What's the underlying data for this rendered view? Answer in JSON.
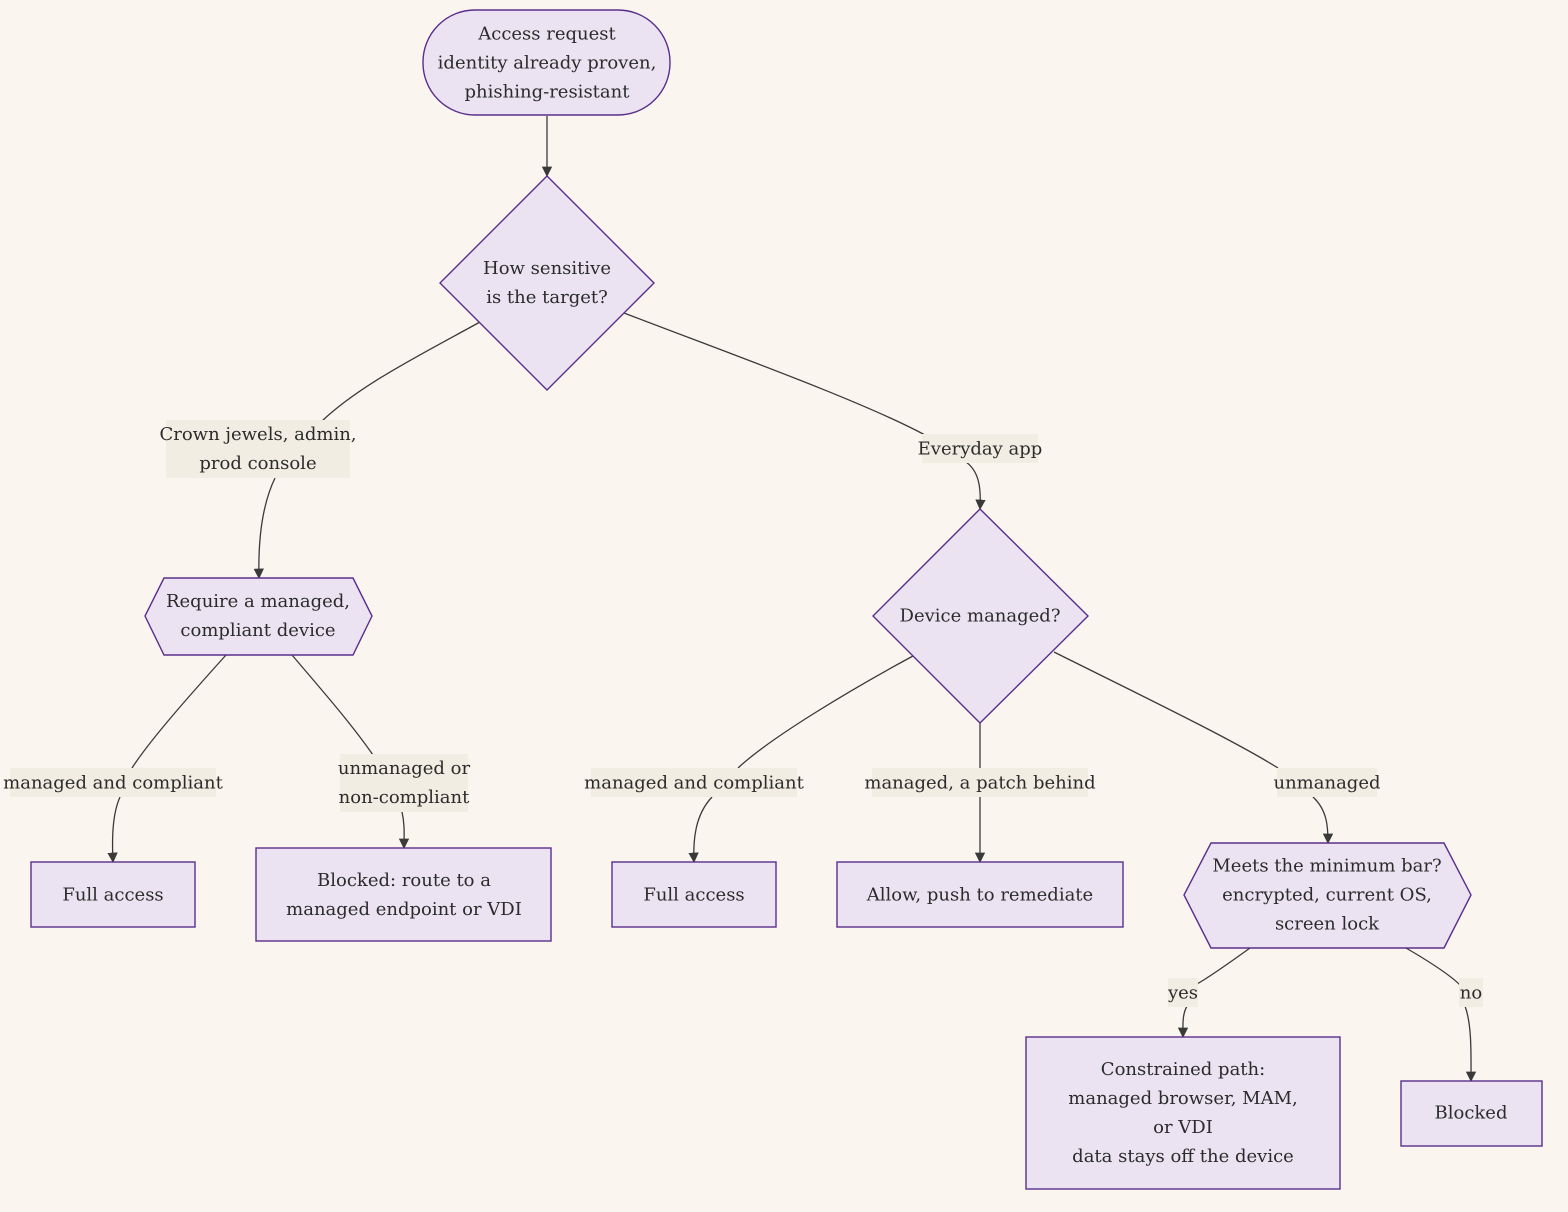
{
  "nodes": {
    "start": [
      "Access request",
      "identity already proven,",
      "phishing-resistant"
    ],
    "sensitivity": [
      "How sensitive",
      "is the target?"
    ],
    "require_managed": [
      "Require a managed,",
      "compliant device"
    ],
    "device_managed": [
      "Device managed?"
    ],
    "full_access_left": [
      "Full access"
    ],
    "blocked_route": [
      "Blocked: route to a",
      "managed endpoint or VDI"
    ],
    "full_access_right": [
      "Full access"
    ],
    "allow_remediate": [
      "Allow, push to remediate"
    ],
    "minimum_bar": [
      "Meets the minimum bar?",
      "encrypted, current OS,",
      "screen lock"
    ],
    "constrained": [
      "Constrained path:",
      "managed browser, MAM,",
      "or VDI",
      "data stays off the device"
    ],
    "blocked": [
      "Blocked"
    ]
  },
  "edges": {
    "crown_jewels": [
      "Crown jewels, admin,",
      "prod console"
    ],
    "everyday": [
      "Everyday app"
    ],
    "left_compliant": [
      "managed and compliant"
    ],
    "left_noncompliant": [
      "unmanaged or",
      "non-compliant"
    ],
    "right_compliant": [
      "managed and compliant"
    ],
    "patch_behind": [
      "managed, a patch behind"
    ],
    "unmanaged": [
      "unmanaged"
    ],
    "yes": [
      "yes"
    ],
    "no": [
      "no"
    ]
  },
  "colors": {
    "node_fill": "#ebe3f2",
    "node_stroke": "#5b2e8c",
    "edge": "#3a3a3a",
    "label_bg": "#f2ede2",
    "background": "#faf6ef"
  }
}
